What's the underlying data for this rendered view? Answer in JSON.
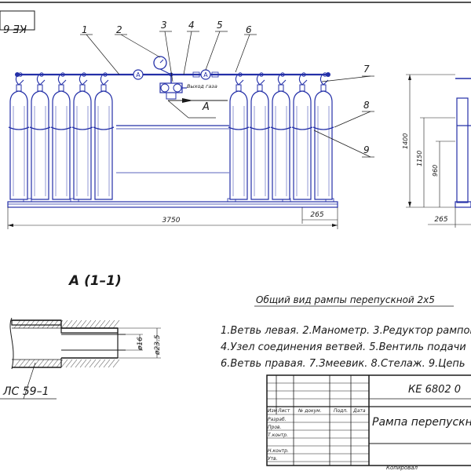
{
  "sheet_code_rotated": "КЕ 6",
  "leaders": [
    "1",
    "2",
    "3",
    "4",
    "5",
    "6",
    "7",
    "8",
    "9"
  ],
  "gas_outlet_label": "Выход газа",
  "view_mark": "А",
  "dims": {
    "total_length": "3750",
    "offset_right": "265",
    "height_total": "1400",
    "height_mid": "1150",
    "height_low": "960",
    "side_offset": "265",
    "diam_inner": "ø16",
    "diam_outer": "ø23.5"
  },
  "section_title": "А (1–1)",
  "material_note": "ЛС 59–1",
  "caption": "Общий вид рампы перепускной 2х5",
  "legend_lines": [
    "1.Ветвь левая. 2.Манометр. 3.Редуктор рампов",
    "4.Узел соединения ветвей. 5.Вентиль подачи",
    "6.Ветвь правая. 7.Змеевик. 8.Стелаж. 9.Цепь"
  ],
  "title_block": {
    "doc_code": "КЕ 6802 0",
    "doc_title": "Рампа перепускна",
    "col_headers": [
      "Изм",
      "Лист",
      "№ докум.",
      "Подп.",
      "Дата"
    ],
    "row_labels": [
      "Разраб.",
      "Пров.",
      "Т.контр.",
      "",
      "Н.контр.",
      "Утв."
    ],
    "footer": "Копировал"
  }
}
